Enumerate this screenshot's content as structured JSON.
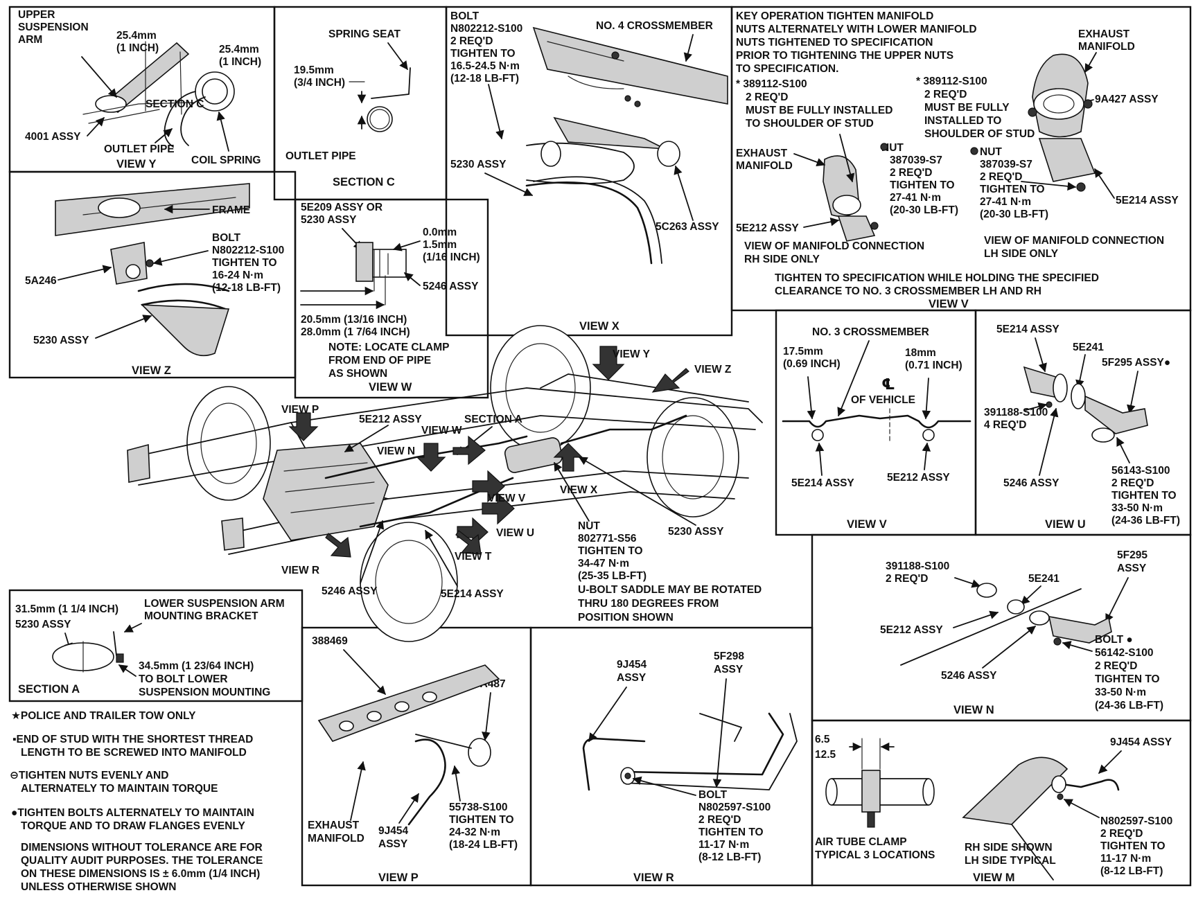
{
  "view_y": {
    "upper_suspension_arm": [
      "UPPER",
      "SUSPENSION",
      "ARM"
    ],
    "dim_left": [
      "25.4mm",
      "(1 INCH)"
    ],
    "dim_right": [
      "25.4mm",
      "(1 INCH)"
    ],
    "section_c_ref": "SECTION C",
    "part_4001": "4001 ASSY",
    "outlet_pipe": "OUTLET PIPE",
    "coil_spring": "COIL SPRING",
    "title": "VIEW Y"
  },
  "section_c": {
    "spring_seat": "SPRING SEAT",
    "dim": [
      "19.5mm",
      "(3/4 INCH)"
    ],
    "outlet_pipe": "OUTLET PIPE",
    "title": "SECTION C"
  },
  "view_x": {
    "bolt": [
      "BOLT",
      "N802212-S100",
      "2 REQ'D",
      "TIGHTEN TO",
      "16.5-24.5 N·m",
      "(12-18 LB-FT)"
    ],
    "crossmember": "NO. 4 CROSSMEMBER",
    "part_5230": "5230 ASSY",
    "part_5c263": "5C263 ASSY",
    "title": "VIEW X"
  },
  "view_v_top": {
    "key_operation": [
      "KEY OPERATION TIGHTEN MANIFOLD",
      "NUTS ALTERNATELY WITH LOWER MANIFOLD",
      "NUTS TIGHTENED TO SPECIFICATION",
      "PRIOR TO TIGHTENING THE UPPER NUTS",
      "TO SPECIFICATION."
    ],
    "exhaust_manifold_right": [
      "EXHAUST",
      "MANIFOLD"
    ],
    "stud_left": [
      "* 389112-S100",
      "2 REQ'D",
      "MUST BE FULLY INSTALLED",
      "TO SHOULDER OF STUD"
    ],
    "stud_right": [
      "* 389112-S100",
      "2 REQ'D",
      "MUST BE FULLY",
      "INSTALLED TO",
      "SHOULDER OF STUD"
    ],
    "part_9a427": "9A427 ASSY",
    "exhaust_manifold_left": [
      "EXHAUST",
      "MANIFOLD"
    ],
    "nut_left": [
      "NUT",
      "387039-S7",
      "2 REQ'D",
      "TIGHTEN TO",
      "27-41 N·m",
      "(20-30 LB-FT)"
    ],
    "nut_right": [
      "NUT",
      "387039-S7",
      "2 REQ'D",
      "TIGHTEN TO",
      "27-41 N·m",
      "(20-30 LB-FT)"
    ],
    "part_5e212": "5E212 ASSY",
    "part_5e214": "5E214 ASSY",
    "rh_caption": [
      "VIEW OF MANIFOLD CONNECTION",
      "RH SIDE ONLY"
    ],
    "lh_caption": [
      "VIEW OF MANIFOLD CONNECTION",
      "LH SIDE ONLY"
    ],
    "note": [
      "TIGHTEN TO SPECIFICATION WHILE HOLDING THE SPECIFIED",
      "CLEARANCE TO NO. 3 CROSSMEMBER LH AND RH"
    ],
    "title": "VIEW V"
  },
  "view_z": {
    "frame": "FRAME",
    "bolt": [
      "BOLT",
      "N802212-S100",
      "TIGHTEN TO",
      "16-24 N·m",
      "(12-18 LB-FT)"
    ],
    "part_5a246": "5A246",
    "part_5230": "5230 ASSY",
    "title": "VIEW Z"
  },
  "view_w": {
    "part_ref": [
      "5E209 ASSY OR",
      "5230 ASSY"
    ],
    "gap": [
      "0.0mm",
      "1.5mm",
      "(1/16 INCH)"
    ],
    "part_5246": "5246 ASSY",
    "dims": [
      "20.5mm (13/16 INCH)",
      "28.0mm (1 7/64 INCH)"
    ],
    "note": [
      "NOTE: LOCATE CLAMP",
      "FROM END OF PIPE",
      "AS SHOWN"
    ],
    "title": "VIEW W"
  },
  "view_v_small": {
    "crossmember": "NO. 3 CROSSMEMBER",
    "dim_left": [
      "17.5mm",
      "(0.69 INCH)"
    ],
    "dim_right": [
      "18mm",
      "(0.71 INCH)"
    ],
    "centerline": "℄",
    "of_vehicle": "OF VEHICLE",
    "part_5e214": "5E214 ASSY",
    "part_5e212": "5E212 ASSY",
    "title": "VIEW V"
  },
  "view_u": {
    "part_5e214": "5E214 ASSY",
    "part_5e241": "5E241",
    "part_5f295": "5F295 ASSY●",
    "part_391188": [
      "391188-S100",
      "4 REQ'D"
    ],
    "part_5246": "5246 ASSY",
    "bolt": [
      "56143-S100",
      "2 REQ'D",
      "TIGHTEN TO",
      "33-50 N·m",
      "(24-36 LB-FT)"
    ],
    "title": "VIEW U"
  },
  "main": {
    "view_y": "VIEW Y",
    "view_z": "VIEW Z",
    "view_p": "VIEW P",
    "part_5e212": "5E212 ASSY",
    "section_a": "SECTION A",
    "view_w": "VIEW W",
    "view_n": "VIEW N",
    "view_x": "VIEW X",
    "view_v": "VIEW V",
    "view_u": "VIEW U",
    "view_t": "VIEW T",
    "view_r": "VIEW R",
    "part_5230": "5230 ASSY",
    "part_5246": "5246 ASSY",
    "part_5e214": "5E214 ASSY",
    "nut": [
      "NUT",
      "802771-S56",
      "TIGHTEN TO",
      "34-47 N·m",
      "(25-35 LB-FT)",
      "U-BOLT SADDLE MAY BE ROTATED",
      "THRU 180 DEGREES FROM",
      "POSITION SHOWN"
    ]
  },
  "section_a": {
    "dim_top": "31.5mm (1 1/4 INCH)",
    "part_5230": "5230 ASSY",
    "bracket": [
      "LOWER SUSPENSION ARM",
      "MOUNTING BRACKET"
    ],
    "dim_bottom": [
      "34.5mm (1 23/64 INCH)",
      "TO BOLT LOWER",
      "SUSPENSION MOUNTING"
    ],
    "title": "SECTION A"
  },
  "legend": {
    "police": "★POLICE AND TRAILER TOW ONLY",
    "stud": [
      "▪END OF STUD WITH THE SHORTEST THREAD",
      "LENGTH TO BE SCREWED INTO MANIFOLD"
    ],
    "nuts": [
      "⊖TIGHTEN NUTS EVENLY AND",
      "ALTERNATELY TO MAINTAIN TORQUE"
    ],
    "bolts": [
      "●TIGHTEN BOLTS ALTERNATELY TO MAINTAIN",
      "TORQUE AND TO DRAW FLANGES EVENLY"
    ],
    "dimensions": [
      "DIMENSIONS WITHOUT TOLERANCE ARE FOR",
      "QUALITY AUDIT PURPOSES. THE TOLERANCE",
      "ON THESE DIMENSIONS IS ± 6.0mm (1/4 INCH)",
      "UNLESS OTHERWISE SHOWN"
    ]
  },
  "view_p": {
    "part_388469": "388469",
    "part_9a487": "9A487",
    "exhaust_manifold": [
      "EXHAUST",
      "MANIFOLD"
    ],
    "part_9j454": [
      "9J454",
      "ASSY"
    ],
    "bolt": [
      "55738-S100",
      "TIGHTEN TO",
      "24-32 N·m",
      "(18-24 LB-FT)"
    ],
    "title": "VIEW P"
  },
  "view_r": {
    "part_9j454": [
      "9J454",
      "ASSY"
    ],
    "part_5f298": [
      "5F298",
      "ASSY"
    ],
    "bolt": [
      "BOLT",
      "N802597-S100",
      "2 REQ'D",
      "TIGHTEN TO",
      "11-17 N·m",
      "(8-12 LB-FT)"
    ],
    "title": "VIEW R"
  },
  "view_n": {
    "part_391188": [
      "391188-S100",
      "2 REQ'D"
    ],
    "part_5e241": "5E241",
    "part_5f295": [
      "5F295",
      "ASSY"
    ],
    "part_5e212": "5E212 ASSY",
    "part_5246": "5246 ASSY",
    "bolt": [
      "BOLT ●",
      "56142-S100",
      "2 REQ'D",
      "TIGHTEN TO",
      "33-50 N·m",
      "(24-36 LB-FT)"
    ],
    "title": "VIEW N"
  },
  "view_m": {
    "dims": [
      "6.5",
      "12.5"
    ],
    "clamp_caption": [
      "AIR TUBE CLAMP",
      "TYPICAL 3 LOCATIONS"
    ],
    "part_9j454": "9J454 ASSY",
    "rh_caption": [
      "RH SIDE SHOWN",
      "LH SIDE TYPICAL"
    ],
    "bolt": [
      "N802597-S100",
      "2 REQ'D",
      "TIGHTEN TO",
      "11-17 N·m",
      "(8-12 LB-FT)"
    ],
    "title": "VIEW M"
  }
}
